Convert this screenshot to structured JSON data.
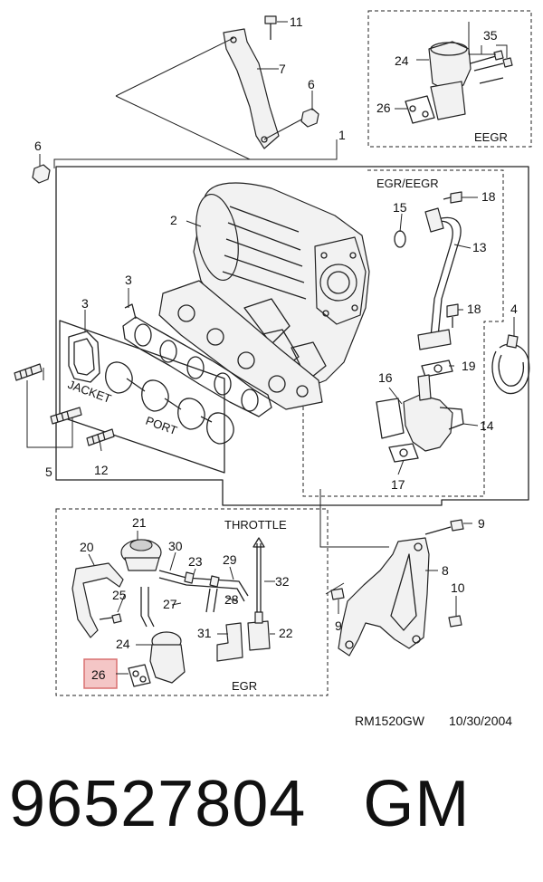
{
  "diagram": {
    "callouts": {
      "c1": "1",
      "c2": "2",
      "c3a": "3",
      "c3b": "3",
      "c4": "4",
      "c5": "5",
      "c6a": "6",
      "c6b": "6",
      "c7": "7",
      "c8": "8",
      "c9a": "9",
      "c9b": "9",
      "c10": "10",
      "c11": "11",
      "c12": "12",
      "c13": "13",
      "c14": "14",
      "c15": "15",
      "c16": "16",
      "c17": "17",
      "c18a": "18",
      "c18b": "18",
      "c19": "19",
      "c20": "20",
      "c21": "21",
      "c22": "22",
      "c23": "23",
      "c24a": "24",
      "c24b": "24",
      "c25": "25",
      "c26a": "26",
      "c26b": "26",
      "c27": "27",
      "c28": "28",
      "c29": "29",
      "c30": "30",
      "c31": "31",
      "c32": "32",
      "c35": "35"
    },
    "section_labels": {
      "eegr_box": "EEGR",
      "egr_eegr_box": "EGR/EEGR",
      "egr_box": "EGR",
      "throttle": "THROTTLE",
      "jacket": "JACKET",
      "port": "PORT"
    },
    "highlighted_part": "26",
    "drawing_ref": "RM1520GW",
    "drawing_date": "10/30/2004"
  },
  "footer": {
    "part_number": "96527804",
    "brand": "GM"
  },
  "colors": {
    "line": "#222222",
    "highlight_fill": "#f4c6c6",
    "highlight_stroke": "#d97070"
  }
}
